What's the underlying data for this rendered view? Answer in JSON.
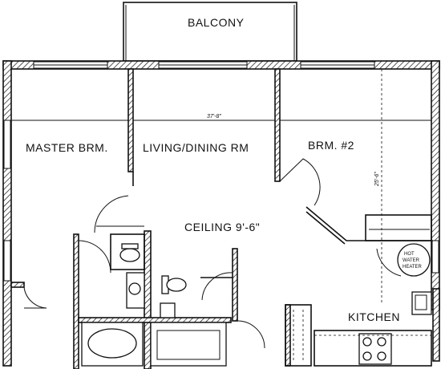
{
  "rooms": {
    "balcony": "BALCONY",
    "master": "MASTER BRM.",
    "living": "LIVING/DINING RM",
    "bedroom2": "BRM. #2",
    "ceiling": "CEILING 9'-6\"",
    "kitchen": "KITCHEN"
  },
  "dimensions": {
    "width": "37'-8\"",
    "depth": "25'-6\""
  },
  "fixtures": {
    "water_heater": [
      "HOT",
      "WATER",
      "HEATER"
    ]
  }
}
